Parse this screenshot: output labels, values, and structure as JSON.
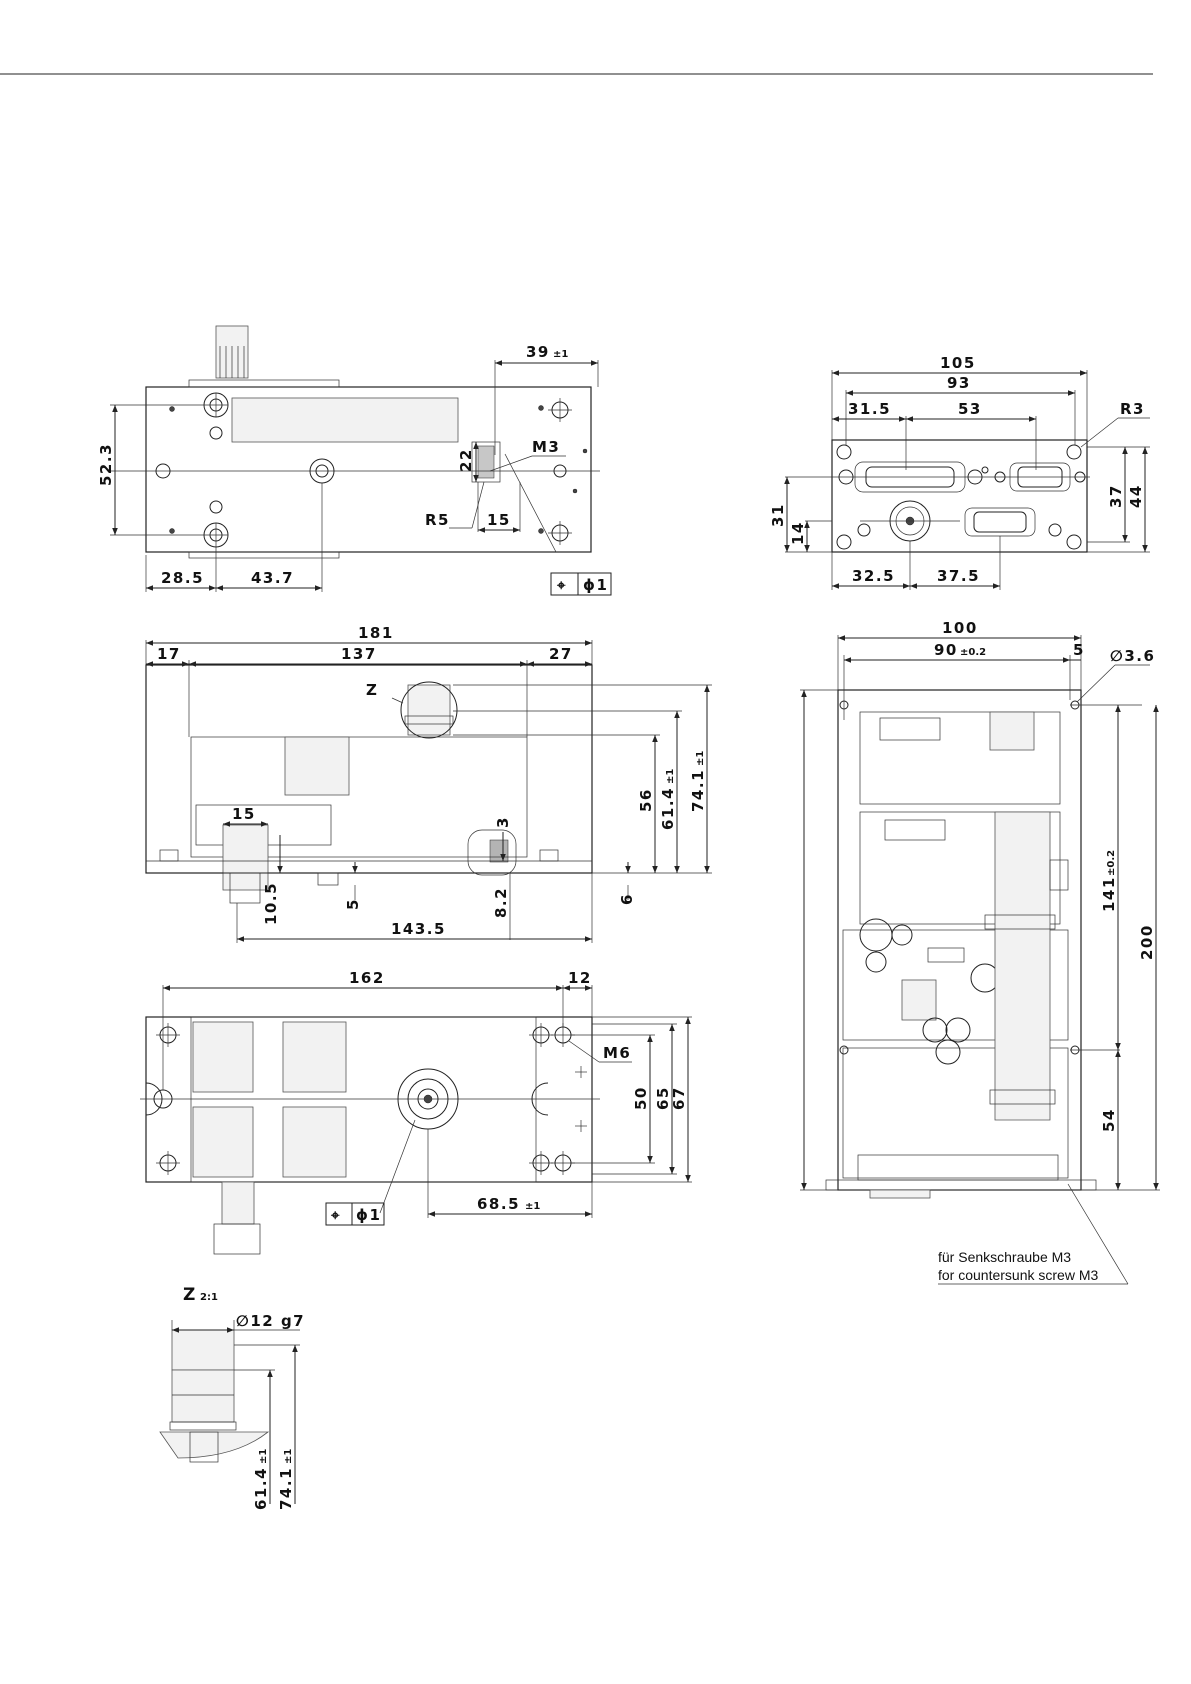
{
  "view_top": {
    "d_39": "39",
    "d_39_tol": "±1",
    "d_52_3": "52.3",
    "d_22": "22",
    "d_M3": "M3",
    "d_R5": "R5",
    "d_15": "15",
    "d_28_5": "28.5",
    "d_43_7": "43.7",
    "tol_pos_sym": "⌖",
    "tol_pos_val": "ϕ1"
  },
  "view_connector": {
    "d_105": "105",
    "d_93": "93",
    "d_31_5": "31.5",
    "d_53": "53",
    "d_R3": "R3",
    "d_31": "31",
    "d_14": "14",
    "d_37": "37",
    "d_44": "44",
    "d_32_5": "32.5",
    "d_37_5": "37.5"
  },
  "view_side": {
    "d_181": "181",
    "d_17": "17",
    "d_137": "137",
    "d_27": "27",
    "d_Z": "Z",
    "d_15": "15",
    "d_3": "3",
    "d_56": "56",
    "d_61_4": "61.4",
    "d_61_4_tol": "±1",
    "d_74_1": "74.1",
    "d_74_1_tol": "±1",
    "d_10_5": "10.5",
    "d_5": "5",
    "d_8_2": "8.2",
    "d_6": "6",
    "d_143_5": "143.5"
  },
  "view_bottom": {
    "d_162": "162",
    "d_12": "12",
    "d_M6": "M6",
    "d_50": "50",
    "d_65": "65",
    "d_67": "67",
    "d_68_5": "68.5",
    "d_68_5_tol": "±1",
    "tol_pos_sym": "⌖",
    "tol_pos_val": "ϕ1"
  },
  "view_front": {
    "d_100": "100",
    "d_90": "90",
    "d_90_tol": "±0.2",
    "d_5": "5",
    "d_3_6": "∅3.6",
    "d_141": "141",
    "d_141_tol": "±0.2",
    "d_200": "200",
    "d_54": "54",
    "note_de": "für Senkschraube M3",
    "note_en": "for countersunk screw M3"
  },
  "detail_z": {
    "title": "Z",
    "scale": "2:1",
    "d_12_g7": "∅12 g7",
    "d_61_4": "61.4",
    "d_61_4_tol": "±1",
    "d_74_1": "74.1",
    "d_74_1_tol": "±1"
  }
}
